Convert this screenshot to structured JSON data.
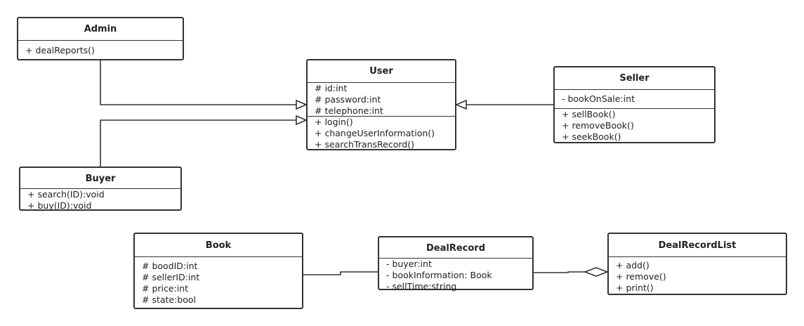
{
  "classes": {
    "admin": {
      "name": "Admin",
      "attributes": [],
      "methods": [
        "+ dealReports()"
      ]
    },
    "user": {
      "name": "User",
      "attributes": [
        "# id:int",
        "# password:int",
        "# telephone:int"
      ],
      "methods": [
        "+ login()",
        "+ changeUserInformation()",
        "+ searchTransRecord()"
      ]
    },
    "seller": {
      "name": "Seller",
      "attributes": [
        "- bookOnSale:int"
      ],
      "methods": [
        "+ sellBook()",
        "+ removeBook()",
        "+ seekBook()"
      ]
    },
    "buyer": {
      "name": "Buyer",
      "attributes": [],
      "methods": [
        "+ search(ID):void",
        "+ buy(ID):void"
      ]
    },
    "book": {
      "name": "Book",
      "attributes": [
        "# boodID:int",
        "# sellerID:int",
        "# price:int",
        "# state:bool"
      ],
      "methods": []
    },
    "dealrecord": {
      "name": "DealRecord",
      "attributes": [
        "- buyer:int",
        "- bookInformation: Book",
        "- sellTime:string"
      ],
      "methods": []
    },
    "dealrecordlist": {
      "name": "DealRecordList",
      "attributes": [],
      "methods": [
        "+ add()",
        "+ remove()",
        "+ print()"
      ]
    }
  },
  "relationships": [
    {
      "from": "Admin",
      "to": "User",
      "type": "generalization"
    },
    {
      "from": "Buyer",
      "to": "User",
      "type": "generalization"
    },
    {
      "from": "Seller",
      "to": "User",
      "type": "generalization"
    },
    {
      "from": "Book",
      "to": "DealRecord",
      "type": "association"
    },
    {
      "from": "DealRecord",
      "to": "DealRecordList",
      "type": "aggregation"
    }
  ]
}
